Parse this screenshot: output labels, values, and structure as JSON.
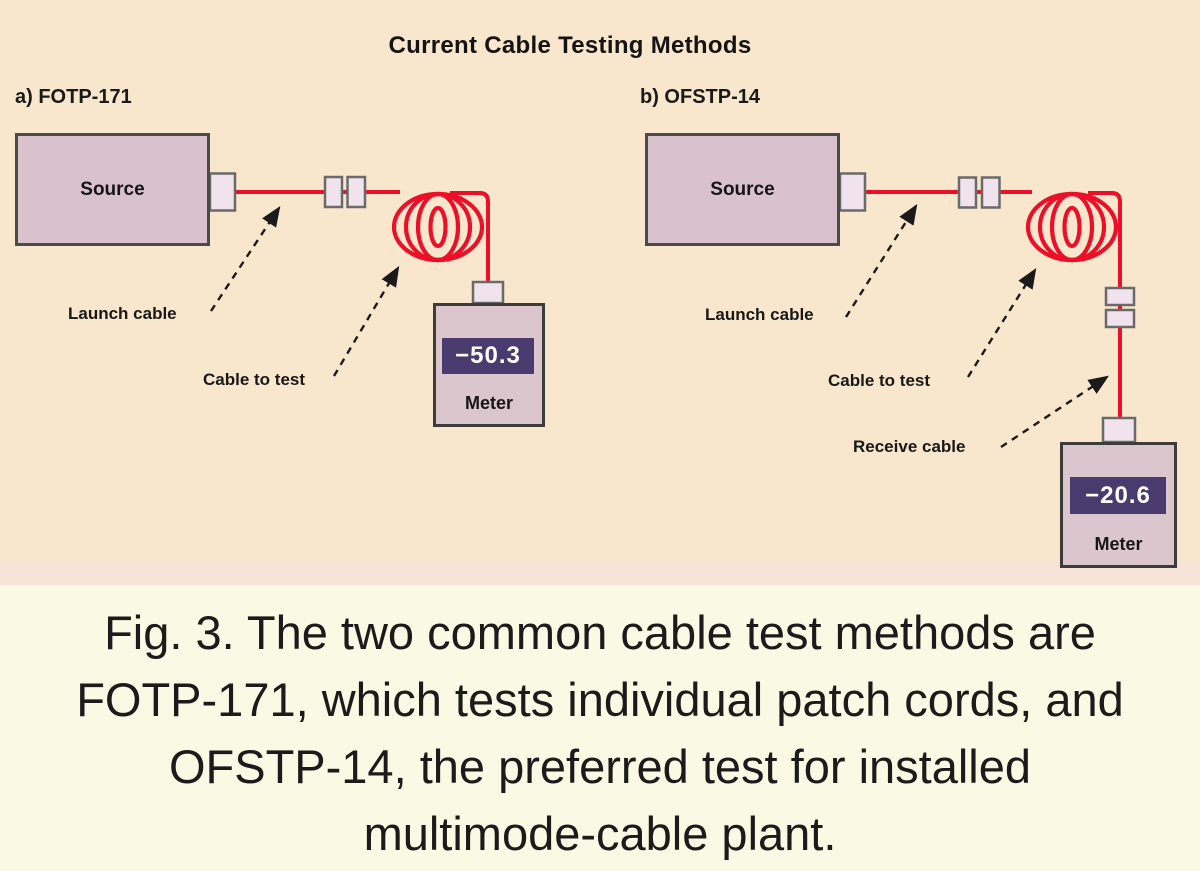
{
  "title": "Current Cable Testing Methods",
  "colors": {
    "diagram_background": "#F8E7CC",
    "caption_background": "#F8FAE3",
    "device_fill": "#D9C2CB",
    "connector_fill": "#F0E3ED",
    "display_background": "#4A3B6E",
    "display_text": "#FFFFFF",
    "fiber_red": "#EC0F28",
    "text_black": "#1A1A1A"
  },
  "setup_a": {
    "label": "a) FOTP-171",
    "source_label": "Source",
    "launch_cable_label": "Launch cable",
    "cable_to_test_label": "Cable to test",
    "meter": {
      "reading": "−50.3",
      "label": "Meter"
    }
  },
  "setup_b": {
    "label": "b) OFSTP-14",
    "source_label": "Source",
    "launch_cable_label": "Launch cable",
    "cable_to_test_label": "Cable to test",
    "receive_cable_label": "Receive cable",
    "meter": {
      "reading": "−20.6",
      "label": "Meter"
    }
  },
  "caption": {
    "lines": [
      "Fig. 3. The two common cable test methods are",
      "FOTP-171, which tests individual patch cords, and",
      "OFSTP-14, the preferred test for installed",
      "multimode-cable plant."
    ]
  }
}
